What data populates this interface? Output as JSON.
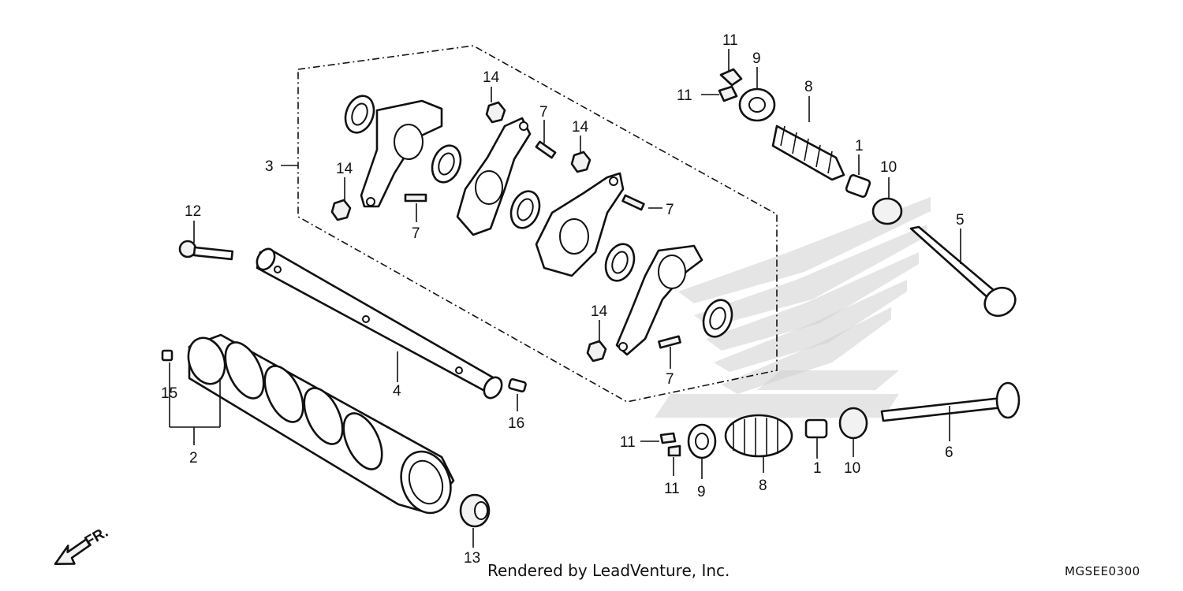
{
  "callouts": {
    "c1a": "1",
    "c1b": "1",
    "c2": "2",
    "c3": "3",
    "c4": "4",
    "c5": "5",
    "c6": "6",
    "c7a": "7",
    "c7b": "7",
    "c7c": "7",
    "c7d": "7",
    "c8a": "8",
    "c8b": "8",
    "c9a": "9",
    "c9b": "9",
    "c10a": "10",
    "c10b": "10",
    "c11a": "11",
    "c11b": "11",
    "c11c": "11",
    "c11d": "11",
    "c12": "12",
    "c13": "13",
    "c14a": "14",
    "c14b": "14",
    "c14c": "14",
    "c14d": "14",
    "c15": "15",
    "c16": "16"
  },
  "direction_label": "FR.",
  "footer": {
    "credit": "Rendered by LeadVenture, Inc.",
    "code": "MGSEE0300"
  }
}
